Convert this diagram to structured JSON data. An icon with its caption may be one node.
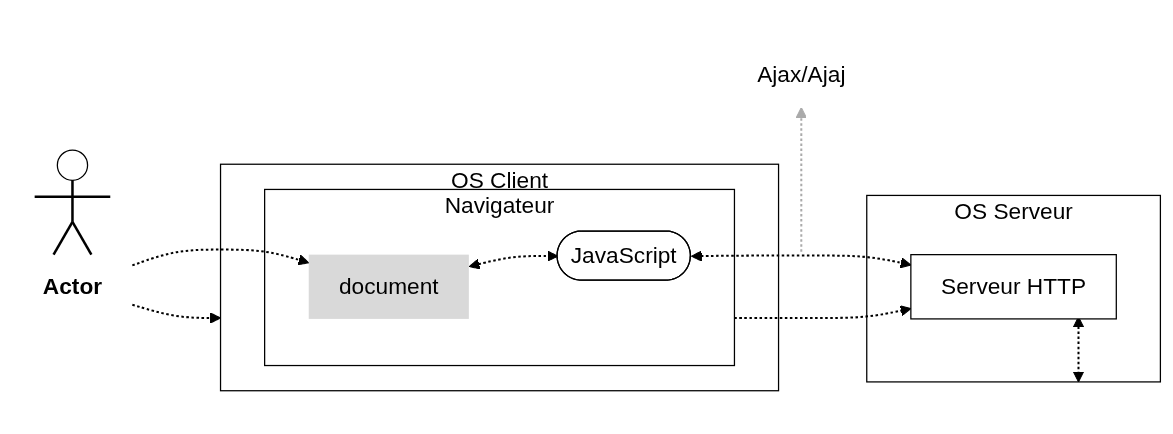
{
  "diagram": {
    "nodes": [
      {
        "text": [
          "Actor"
        ]
      },
      {
        "text": [
          "OS Client"
        ]
      },
      {
        "text": [
          "Navigateur"
        ],
        "in": 1
      },
      {
        "text": [
          "document"
        ],
        "in": 2
      },
      {
        "text": [
          "JavaScript"
        ],
        "in": 2
      },
      {
        "text": [
          "OS Serveur"
        ]
      },
      {
        "text": [
          "Serveur HTTP"
        ],
        "in": 5
      },
      {
        "text": [
          "Ajax/Ajaj"
        ]
      }
    ],
    "edges": [
      {
        "from": 0,
        "to": 1,
        "arrow": "to",
        "style": "dashed"
      },
      {
        "from": 0,
        "to": 3,
        "arrow": "to",
        "style": "dashed"
      },
      {
        "from": 3,
        "to": 4,
        "arrow": "both",
        "style": "dashed"
      },
      {
        "from": 4,
        "to": 6,
        "arrow": "both",
        "style": "dashed"
      },
      {
        "from": 2,
        "to": 6,
        "arrow": "to",
        "style": "dashed"
      },
      {
        "from": null,
        "to": 7,
        "arrow": "to",
        "style": "dashed",
        "color": "#aaaaaa"
      },
      {
        "from": 6,
        "to": 5,
        "arrow": "both",
        "style": "dashed"
      }
    ]
  }
}
